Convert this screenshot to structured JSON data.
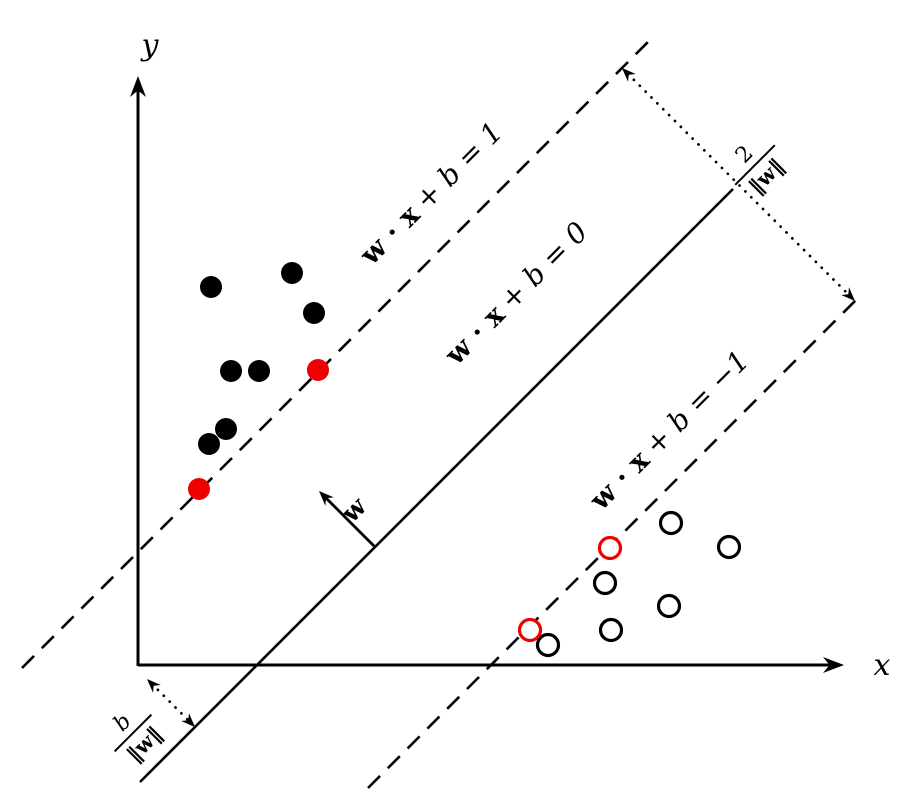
{
  "axes": {
    "x_label": "x",
    "y_label": "y"
  },
  "hyperplane_labels": {
    "positive_margin": {
      "vector_part": "w · x",
      "equation_part": "+ b = 1"
    },
    "decision_boundary": {
      "vector_part": "w · x",
      "equation_part": "+ b = 0"
    },
    "negative_margin": {
      "vector_part": "w · x",
      "equation_part": "+ b = −1"
    }
  },
  "annotations": {
    "weight_vector": "w",
    "margin_width": {
      "numerator": "2",
      "denominator": "‖w‖"
    },
    "bias_offset": {
      "numerator": "b",
      "denominator": "‖w‖"
    }
  },
  "points": {
    "positive_class": [
      [
        211,
        287
      ],
      [
        292,
        273
      ],
      [
        314,
        313
      ],
      [
        231,
        371
      ],
      [
        259,
        371
      ],
      [
        226,
        429
      ],
      [
        209,
        444
      ]
    ],
    "positive_support_vectors": [
      [
        318,
        370
      ],
      [
        199,
        489
      ]
    ],
    "negative_class": [
      [
        671,
        523
      ],
      [
        729,
        547
      ],
      [
        605,
        583
      ],
      [
        669,
        606
      ],
      [
        611,
        630
      ],
      [
        548,
        645
      ]
    ],
    "negative_support_vectors": [
      [
        610,
        548
      ],
      [
        530,
        630
      ]
    ]
  },
  "style": {
    "point_color": "#000000",
    "support_vector_color": "#ee0000",
    "line_color": "#000000",
    "background": "#ffffff",
    "point_radius": 11
  }
}
